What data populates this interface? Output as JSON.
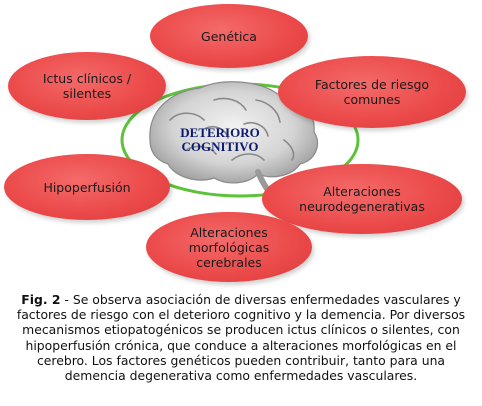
{
  "diagram": {
    "center": "DETERIORO\nCOGNITIVO",
    "nodes": {
      "genetica": "Genética",
      "ictus": "Ictus clínicos /\nsilentes",
      "factores": "Factores de riesgo\ncomunes",
      "hipoperfusion": "Hipoperfusión",
      "alteraciones_neuro": "Alteraciones\nneurodegenerativas",
      "alteraciones_morfo": "Alteraciones\nmorfológicas\ncerebrales"
    },
    "colors": {
      "oval_fill": "#ec4b4b",
      "ring": "#5cc23a",
      "center_text": "#0a1a6e"
    }
  },
  "caption": {
    "label": "Fig. 2",
    "text": " - Se observa asociación de diversas enfermedades vasculares y factores de riesgo con el deterioro cognitivo y la demencia. Por diversos mecanismos etiopatogénicos se producen ictus clínicos o silentes, con hipoperfusión crónica, que conduce a alteraciones morfológicas en el cerebro. Los factores genéticos pueden contribuir, tanto para una demencia degenerativa como enfermedades vasculares."
  }
}
